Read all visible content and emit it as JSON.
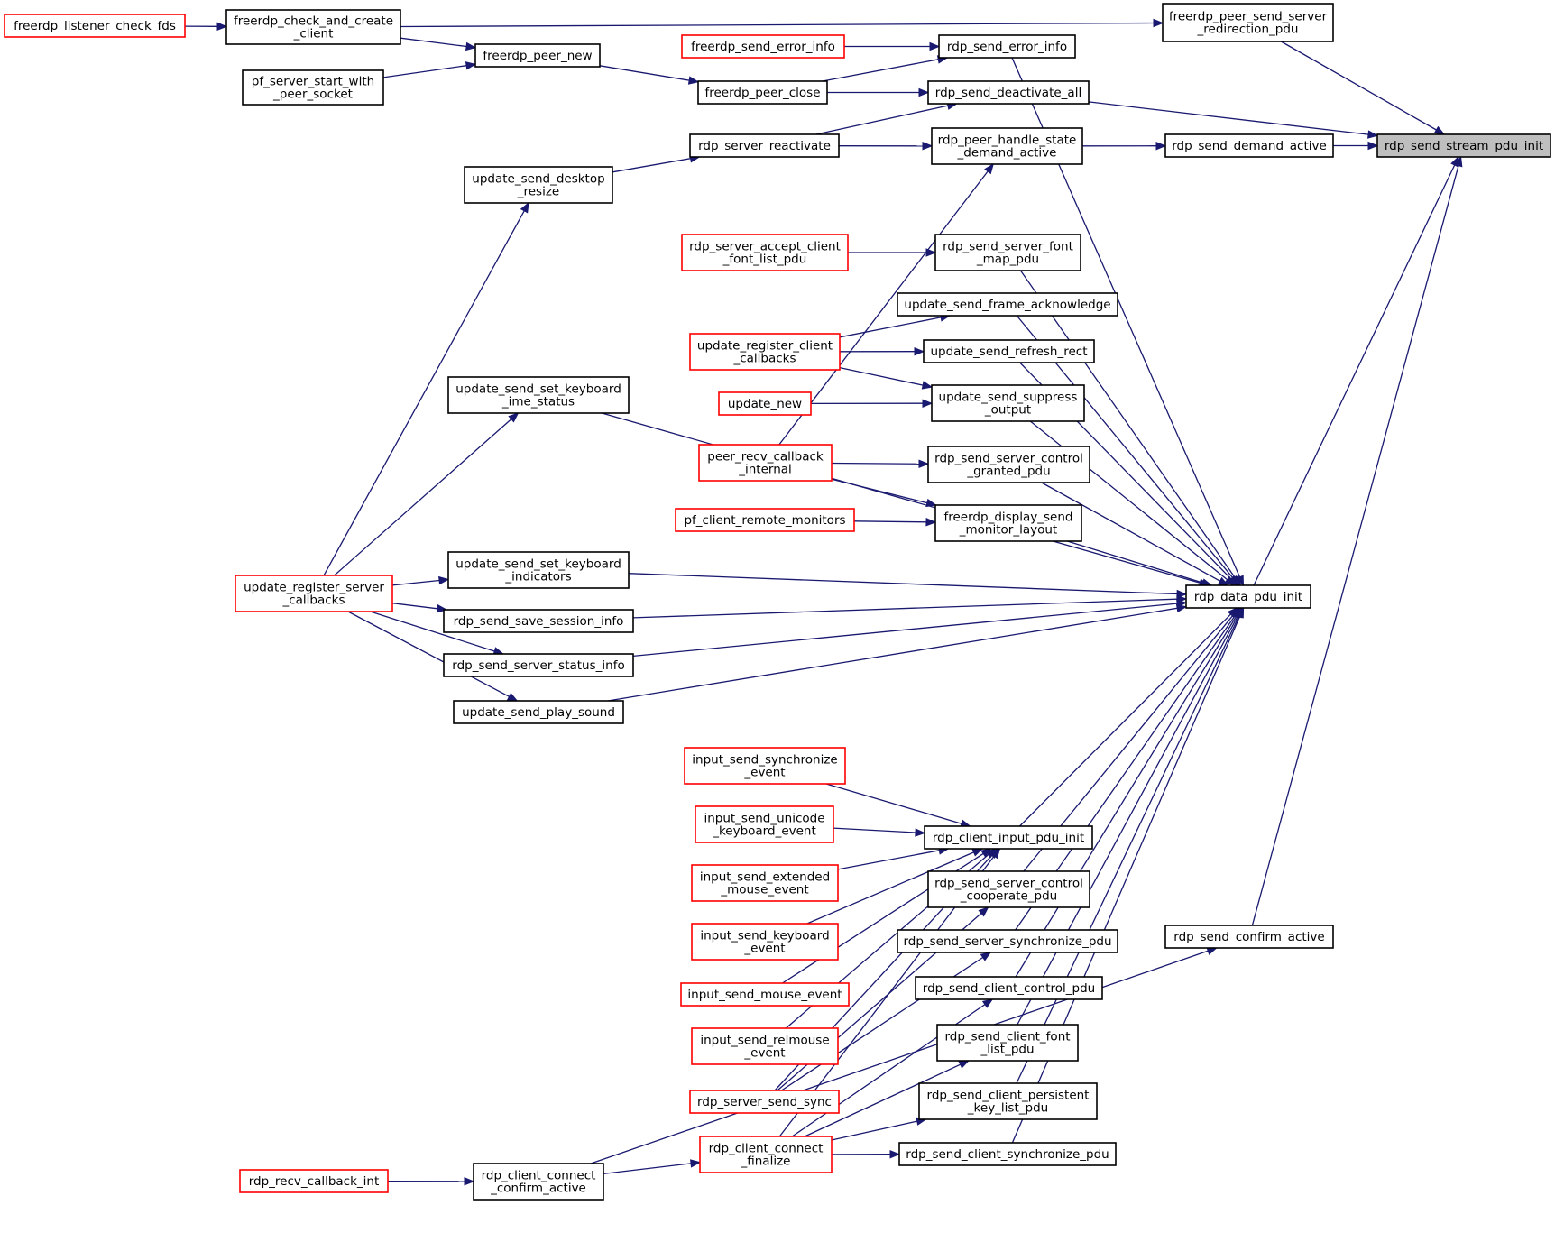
{
  "diagram": {
    "colors": {
      "edge": "#191970",
      "box_border": "#000000",
      "truncated_border": "#ff0000",
      "root_fill": "#bfbfbf",
      "box_fill": "#ffffff"
    },
    "nodes": [
      {
        "id": "n_listener",
        "lines": [
          "freerdp_listener_check_fds"
        ],
        "truncated": true
      },
      {
        "id": "n_check_create",
        "lines": [
          "freerdp_check_and_create",
          "_client"
        ],
        "truncated": false
      },
      {
        "id": "n_pf_server_start",
        "lines": [
          "pf_server_start_with",
          "_peer_socket"
        ],
        "truncated": false
      },
      {
        "id": "n_peer_new",
        "lines": [
          "freerdp_peer_new"
        ],
        "truncated": false
      },
      {
        "id": "n_send_error_info_caller",
        "lines": [
          "freerdp_send_error_info"
        ],
        "truncated": true
      },
      {
        "id": "n_peer_close",
        "lines": [
          "freerdp_peer_close"
        ],
        "truncated": false
      },
      {
        "id": "n_rdp_send_error_info",
        "lines": [
          "rdp_send_error_info"
        ],
        "truncated": false
      },
      {
        "id": "n_deactivate_all",
        "lines": [
          "rdp_send_deactivate_all"
        ],
        "truncated": false
      },
      {
        "id": "n_peer_send_redirect",
        "lines": [
          "freerdp_peer_send_server",
          "_redirection_pdu"
        ],
        "truncated": false
      },
      {
        "id": "n_server_reactivate",
        "lines": [
          "rdp_server_reactivate"
        ],
        "truncated": false
      },
      {
        "id": "n_peer_handle_state",
        "lines": [
          "rdp_peer_handle_state",
          "_demand_active"
        ],
        "truncated": false
      },
      {
        "id": "n_send_demand_active",
        "lines": [
          "rdp_send_demand_active"
        ],
        "truncated": false
      },
      {
        "id": "n_stream_pdu_init",
        "lines": [
          "rdp_send_stream_pdu_init"
        ],
        "truncated": false,
        "root": true
      },
      {
        "id": "n_desktop_resize",
        "lines": [
          "update_send_desktop",
          "_resize"
        ],
        "truncated": false
      },
      {
        "id": "n_accept_font_list",
        "lines": [
          "rdp_server_accept_client",
          "_font_list_pdu"
        ],
        "truncated": true
      },
      {
        "id": "n_font_map_pdu",
        "lines": [
          "rdp_send_server_font",
          "_map_pdu"
        ],
        "truncated": false
      },
      {
        "id": "n_frame_ack",
        "lines": [
          "update_send_frame_acknowledge"
        ],
        "truncated": false
      },
      {
        "id": "n_register_client_cb",
        "lines": [
          "update_register_client",
          "_callbacks"
        ],
        "truncated": true
      },
      {
        "id": "n_refresh_rect",
        "lines": [
          "update_send_refresh_rect"
        ],
        "truncated": false
      },
      {
        "id": "n_update_new",
        "lines": [
          "update_new"
        ],
        "truncated": true
      },
      {
        "id": "n_suppress_output",
        "lines": [
          "update_send_suppress",
          "_output"
        ],
        "truncated": false
      },
      {
        "id": "n_ime_status",
        "lines": [
          "update_send_set_keyboard",
          "_ime_status"
        ],
        "truncated": false
      },
      {
        "id": "n_peer_recv_cb",
        "lines": [
          "peer_recv_callback",
          "_internal"
        ],
        "truncated": true
      },
      {
        "id": "n_control_granted",
        "lines": [
          "rdp_send_server_control",
          "_granted_pdu"
        ],
        "truncated": false
      },
      {
        "id": "n_remote_monitors",
        "lines": [
          "pf_client_remote_monitors"
        ],
        "truncated": true
      },
      {
        "id": "n_monitor_layout",
        "lines": [
          "freerdp_display_send",
          "_monitor_layout"
        ],
        "truncated": false
      },
      {
        "id": "n_kbd_indicators",
        "lines": [
          "update_send_set_keyboard",
          "_indicators"
        ],
        "truncated": false
      },
      {
        "id": "n_register_server_cb",
        "lines": [
          "update_register_server",
          "_callbacks"
        ],
        "truncated": true
      },
      {
        "id": "n_save_session",
        "lines": [
          "rdp_send_save_session_info"
        ],
        "truncated": false
      },
      {
        "id": "n_data_pdu_init",
        "lines": [
          "rdp_data_pdu_init"
        ],
        "truncated": false
      },
      {
        "id": "n_server_status",
        "lines": [
          "rdp_send_server_status_info"
        ],
        "truncated": false
      },
      {
        "id": "n_play_sound",
        "lines": [
          "update_send_play_sound"
        ],
        "truncated": false
      },
      {
        "id": "n_input_sync",
        "lines": [
          "input_send_synchronize",
          "_event"
        ],
        "truncated": true
      },
      {
        "id": "n_input_unicode",
        "lines": [
          "input_send_unicode",
          "_keyboard_event"
        ],
        "truncated": true
      },
      {
        "id": "n_client_input_pdu",
        "lines": [
          "rdp_client_input_pdu_init"
        ],
        "truncated": false
      },
      {
        "id": "n_input_ext_mouse",
        "lines": [
          "input_send_extended",
          "_mouse_event"
        ],
        "truncated": true
      },
      {
        "id": "n_control_cooperate",
        "lines": [
          "rdp_send_server_control",
          "_cooperate_pdu"
        ],
        "truncated": false
      },
      {
        "id": "n_input_keyboard",
        "lines": [
          "input_send_keyboard",
          "_event"
        ],
        "truncated": true
      },
      {
        "id": "n_server_sync_pdu",
        "lines": [
          "rdp_send_server_synchronize_pdu"
        ],
        "truncated": false
      },
      {
        "id": "n_confirm_active",
        "lines": [
          "rdp_send_confirm_active"
        ],
        "truncated": false
      },
      {
        "id": "n_input_mouse",
        "lines": [
          "input_send_mouse_event"
        ],
        "truncated": true
      },
      {
        "id": "n_client_control",
        "lines": [
          "rdp_send_client_control_pdu"
        ],
        "truncated": false
      },
      {
        "id": "n_input_relmouse",
        "lines": [
          "input_send_relmouse",
          "_event"
        ],
        "truncated": true
      },
      {
        "id": "n_client_font_list",
        "lines": [
          "rdp_send_client_font",
          "_list_pdu"
        ],
        "truncated": false
      },
      {
        "id": "n_server_send_sync",
        "lines": [
          "rdp_server_send_sync"
        ],
        "truncated": true
      },
      {
        "id": "n_persistent_key",
        "lines": [
          "rdp_send_client_persistent",
          "_key_list_pdu"
        ],
        "truncated": false
      },
      {
        "id": "n_connect_finalize",
        "lines": [
          "rdp_client_connect",
          "_finalize"
        ],
        "truncated": true
      },
      {
        "id": "n_client_sync_pdu",
        "lines": [
          "rdp_send_client_synchronize_pdu"
        ],
        "truncated": false
      },
      {
        "id": "n_recv_callback_int",
        "lines": [
          "rdp_recv_callback_int"
        ],
        "truncated": true
      },
      {
        "id": "n_connect_confirm",
        "lines": [
          "rdp_client_connect",
          "_confirm_active"
        ],
        "truncated": false
      }
    ],
    "edges": [
      {
        "from": "n_check_create",
        "to": "n_listener"
      },
      {
        "from": "n_peer_new",
        "to": "n_check_create"
      },
      {
        "from": "n_peer_new",
        "to": "n_pf_server_start"
      },
      {
        "from": "n_peer_close",
        "to": "n_peer_new"
      },
      {
        "from": "n_rdp_send_error_info",
        "to": "n_send_error_info_caller"
      },
      {
        "from": "n_rdp_send_error_info",
        "to": "n_peer_close"
      },
      {
        "from": "n_deactivate_all",
        "to": "n_peer_close"
      },
      {
        "from": "n_deactivate_all",
        "to": "n_server_reactivate"
      },
      {
        "from": "n_peer_send_redirect",
        "to": "n_check_create"
      },
      {
        "from": "n_server_reactivate",
        "to": "n_desktop_resize"
      },
      {
        "from": "n_peer_handle_state",
        "to": "n_server_reactivate"
      },
      {
        "from": "n_peer_handle_state",
        "to": "n_peer_recv_cb"
      },
      {
        "from": "n_send_demand_active",
        "to": "n_peer_handle_state"
      },
      {
        "from": "n_stream_pdu_init",
        "to": "n_peer_send_redirect"
      },
      {
        "from": "n_stream_pdu_init",
        "to": "n_deactivate_all"
      },
      {
        "from": "n_stream_pdu_init",
        "to": "n_send_demand_active"
      },
      {
        "from": "n_stream_pdu_init",
        "to": "n_data_pdu_init"
      },
      {
        "from": "n_stream_pdu_init",
        "to": "n_confirm_active"
      },
      {
        "from": "n_desktop_resize",
        "to": "n_register_server_cb"
      },
      {
        "from": "n_font_map_pdu",
        "to": "n_accept_font_list"
      },
      {
        "from": "n_frame_ack",
        "to": "n_register_client_cb"
      },
      {
        "from": "n_refresh_rect",
        "to": "n_register_client_cb"
      },
      {
        "from": "n_suppress_output",
        "to": "n_register_client_cb"
      },
      {
        "from": "n_suppress_output",
        "to": "n_update_new"
      },
      {
        "from": "n_ime_status",
        "to": "n_register_server_cb"
      },
      {
        "from": "n_control_granted",
        "to": "n_peer_recv_cb"
      },
      {
        "from": "n_monitor_layout",
        "to": "n_peer_recv_cb"
      },
      {
        "from": "n_monitor_layout",
        "to": "n_remote_monitors"
      },
      {
        "from": "n_kbd_indicators",
        "to": "n_register_server_cb"
      },
      {
        "from": "n_save_session",
        "to": "n_register_server_cb"
      },
      {
        "from": "n_server_status",
        "to": "n_register_server_cb"
      },
      {
        "from": "n_play_sound",
        "to": "n_register_server_cb"
      },
      {
        "from": "n_data_pdu_init",
        "to": "n_rdp_send_error_info"
      },
      {
        "from": "n_data_pdu_init",
        "to": "n_ime_status"
      },
      {
        "from": "n_data_pdu_init",
        "to": "n_font_map_pdu"
      },
      {
        "from": "n_data_pdu_init",
        "to": "n_frame_ack"
      },
      {
        "from": "n_data_pdu_init",
        "to": "n_refresh_rect"
      },
      {
        "from": "n_data_pdu_init",
        "to": "n_suppress_output"
      },
      {
        "from": "n_data_pdu_init",
        "to": "n_control_granted"
      },
      {
        "from": "n_data_pdu_init",
        "to": "n_monitor_layout"
      },
      {
        "from": "n_data_pdu_init",
        "to": "n_kbd_indicators"
      },
      {
        "from": "n_data_pdu_init",
        "to": "n_save_session"
      },
      {
        "from": "n_data_pdu_init",
        "to": "n_server_status"
      },
      {
        "from": "n_data_pdu_init",
        "to": "n_play_sound"
      },
      {
        "from": "n_data_pdu_init",
        "to": "n_client_input_pdu"
      },
      {
        "from": "n_data_pdu_init",
        "to": "n_control_cooperate"
      },
      {
        "from": "n_data_pdu_init",
        "to": "n_server_sync_pdu"
      },
      {
        "from": "n_data_pdu_init",
        "to": "n_client_control"
      },
      {
        "from": "n_data_pdu_init",
        "to": "n_client_font_list"
      },
      {
        "from": "n_data_pdu_init",
        "to": "n_persistent_key"
      },
      {
        "from": "n_data_pdu_init",
        "to": "n_client_sync_pdu"
      },
      {
        "from": "n_client_input_pdu",
        "to": "n_input_sync"
      },
      {
        "from": "n_client_input_pdu",
        "to": "n_input_unicode"
      },
      {
        "from": "n_client_input_pdu",
        "to": "n_input_ext_mouse"
      },
      {
        "from": "n_client_input_pdu",
        "to": "n_input_keyboard"
      },
      {
        "from": "n_client_input_pdu",
        "to": "n_input_mouse"
      },
      {
        "from": "n_client_input_pdu",
        "to": "n_input_relmouse"
      },
      {
        "from": "n_client_input_pdu",
        "to": "n_server_send_sync"
      },
      {
        "from": "n_client_input_pdu",
        "to": "n_connect_finalize"
      },
      {
        "from": "n_control_cooperate",
        "to": "n_server_send_sync"
      },
      {
        "from": "n_server_sync_pdu",
        "to": "n_server_send_sync"
      },
      {
        "from": "n_client_control",
        "to": "n_connect_finalize"
      },
      {
        "from": "n_client_font_list",
        "to": "n_connect_finalize"
      },
      {
        "from": "n_persistent_key",
        "to": "n_connect_finalize"
      },
      {
        "from": "n_client_sync_pdu",
        "to": "n_connect_finalize"
      },
      {
        "from": "n_confirm_active",
        "to": "n_connect_confirm"
      },
      {
        "from": "n_connect_finalize",
        "to": "n_connect_confirm"
      },
      {
        "from": "n_connect_confirm",
        "to": "n_recv_callback_int"
      }
    ]
  }
}
